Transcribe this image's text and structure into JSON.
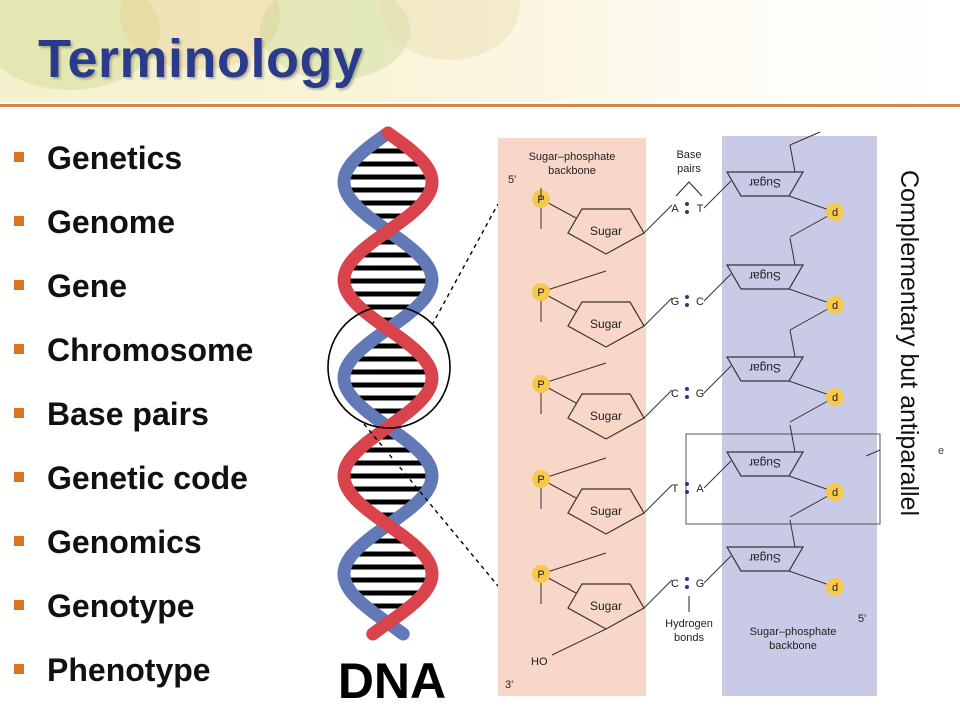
{
  "title": "Terminology",
  "bullets": [
    "Genetics",
    "Genome",
    "Gene",
    "Chromosome",
    "Base pairs",
    "Genetic code",
    "Genomics",
    "Genotype",
    "Phenotype"
  ],
  "dna_caption": "DNA",
  "diagram": {
    "backbone_left_label": [
      "Sugar–phosphate",
      "backbone"
    ],
    "backbone_right_label": [
      "Sugar–phosphate",
      "backbone"
    ],
    "base_pairs_label": [
      "Base",
      "pairs"
    ],
    "hydrogen_bonds_label": [
      "Hydrogen",
      "bonds"
    ],
    "end_5_top": "5'",
    "end_3_bottom": "3'",
    "end_5_bottom_right": "5'",
    "ho_label": "HO",
    "sugar": "Sugar",
    "phosphate": "P",
    "right_marker": "d",
    "pairs": [
      [
        "A",
        "T"
      ],
      [
        "G",
        "C"
      ],
      [
        "C",
        "G"
      ],
      [
        "T",
        "A"
      ],
      [
        "C",
        "G"
      ]
    ]
  },
  "side_note": "Complementary but antiparallel",
  "stray_mark": "e",
  "colors": {
    "title": "#2a3a8c",
    "bullet_marker": "#e0731f",
    "rule": "#d8874a",
    "left_panel": "#f8d7c8",
    "right_panel": "#c9cbe6",
    "phosphate": "#f6c94c",
    "helix_red": "#d9434c",
    "helix_blue": "#6279b8"
  }
}
